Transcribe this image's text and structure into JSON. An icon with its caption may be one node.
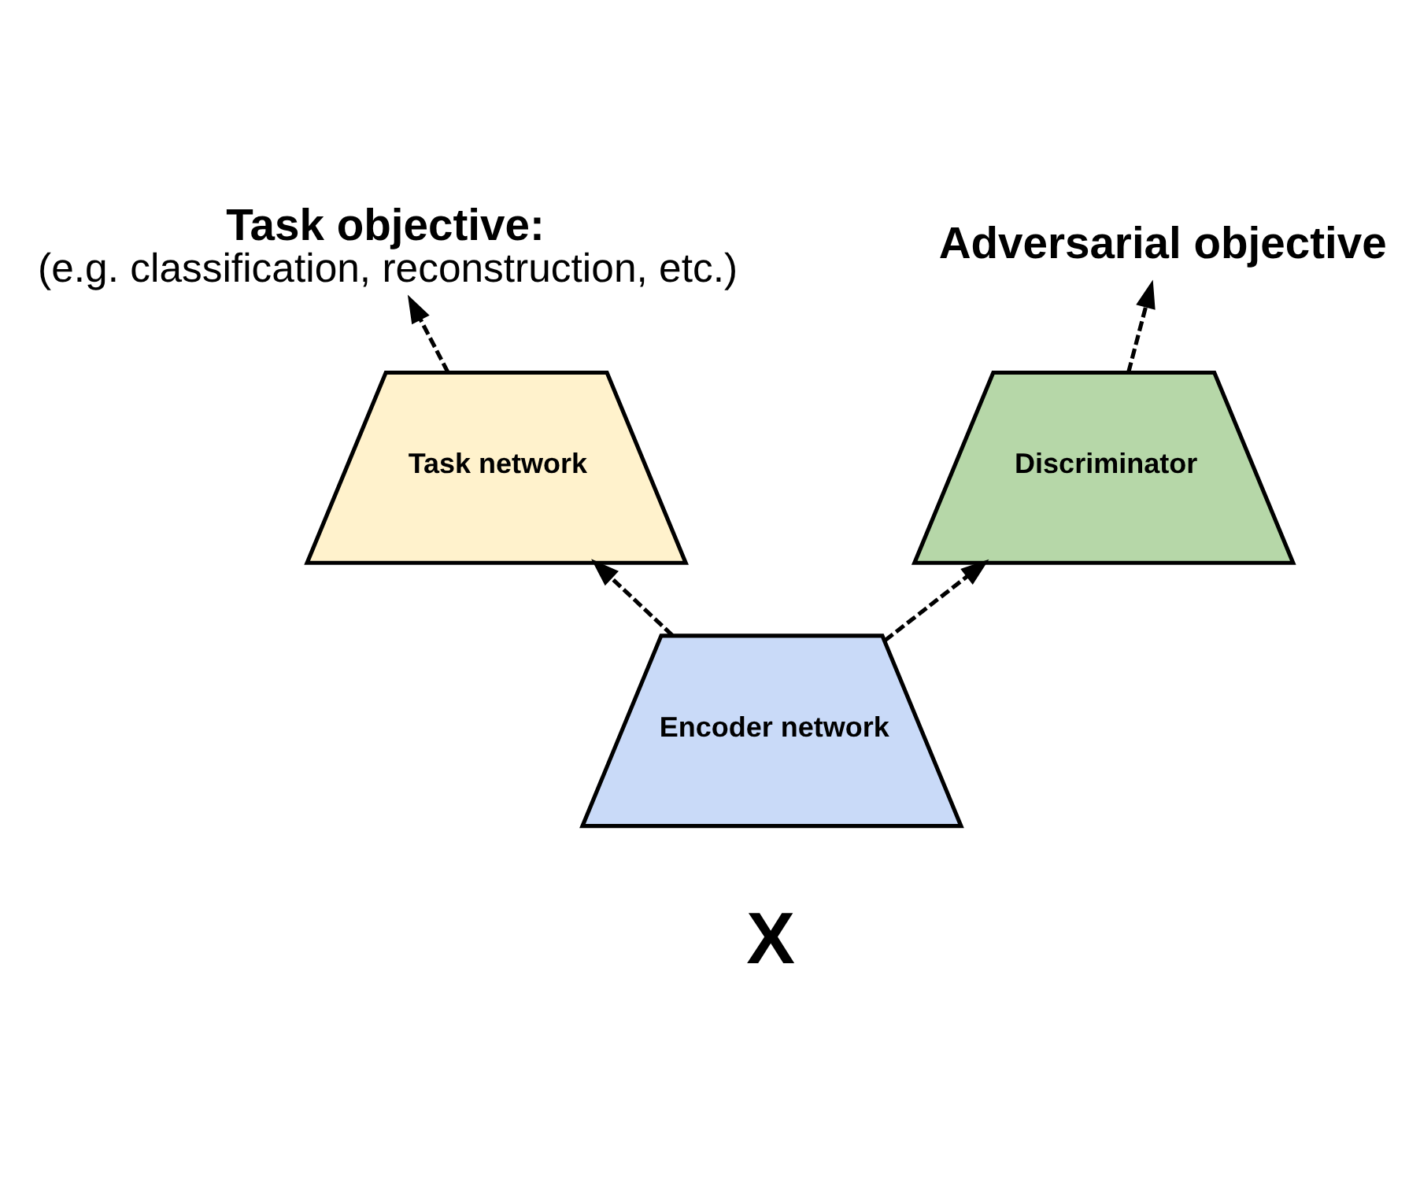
{
  "diagram": {
    "nodes": [
      {
        "text": [
          "Task objective:",
          "(e.g. classification, reconstruction, etc.)"
        ]
      },
      {
        "text": [
          "Adversarial objective"
        ]
      },
      {
        "text": [
          "Task network"
        ]
      },
      {
        "text": [
          "Discriminator"
        ]
      },
      {
        "text": [
          "Encoder network"
        ]
      }
    ],
    "edges": [
      {
        "from": 2,
        "to": 0,
        "arrow": "to",
        "style": "dashed"
      },
      {
        "from": 3,
        "to": 1,
        "arrow": "to",
        "style": "dashed"
      },
      {
        "from": 4,
        "to": 2,
        "arrow": "to",
        "style": "dashed"
      },
      {
        "from": 4,
        "to": 3,
        "arrow": "to",
        "style": "dashed"
      }
    ],
    "labels": [
      "X"
    ]
  }
}
